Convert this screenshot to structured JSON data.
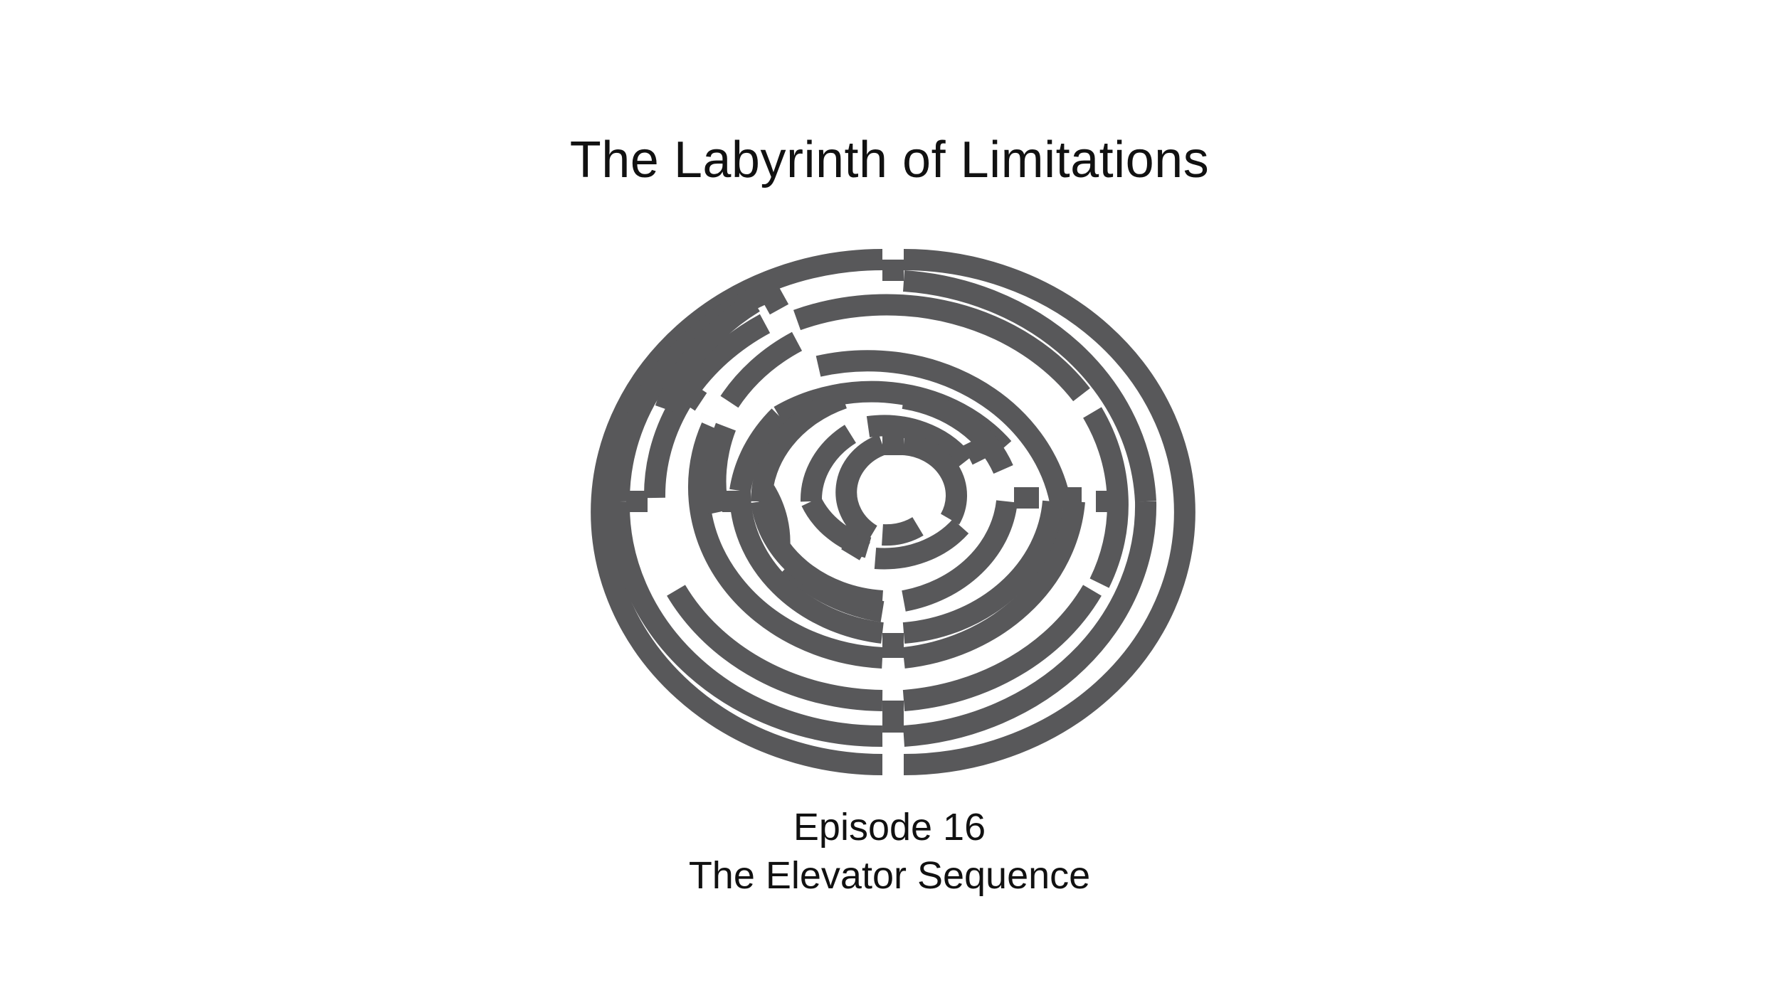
{
  "title": "The Labyrinth of Limitations",
  "episode": "Episode 16",
  "episode_name": "The Elevator Sequence",
  "colors": {
    "background": "#ffffff",
    "text": "#111111",
    "labyrinth": "#58585a"
  },
  "icon": "labyrinth-icon"
}
